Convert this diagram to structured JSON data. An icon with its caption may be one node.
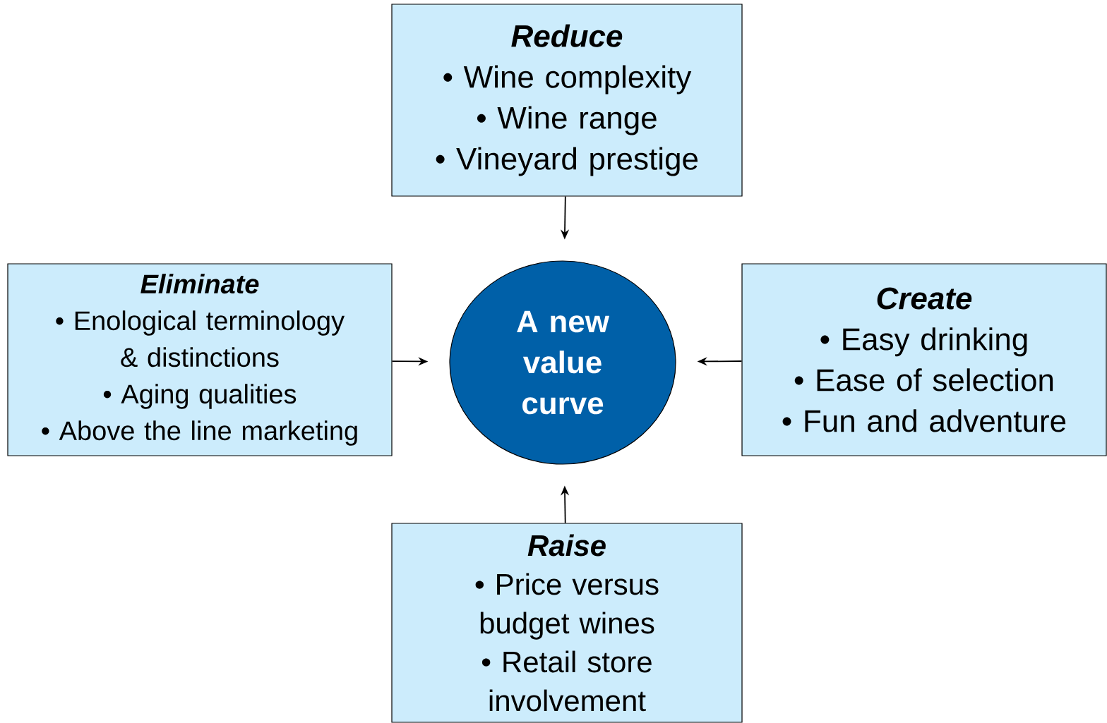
{
  "diagram": {
    "nodes": [
      {
        "text": [
          "Reduce",
          "• Wine complexity",
          "• Wine range",
          "• Vineyard prestige"
        ]
      },
      {
        "text": [
          "Eliminate",
          "• Enological terminology & distinctions",
          "• Aging qualities",
          "• Above the line marketing"
        ]
      },
      {
        "text": [
          "A new value curve"
        ]
      },
      {
        "text": [
          "Create",
          "• Easy drinking",
          "• Ease of selection",
          "• Fun and adventure"
        ]
      },
      {
        "text": [
          "Raise",
          "• Price versus budget wines",
          "• Retail store involvement"
        ]
      }
    ],
    "edges": [
      {
        "from": 0,
        "to": 2,
        "arrow": "to"
      },
      {
        "from": 1,
        "to": 2,
        "arrow": "to"
      },
      {
        "from": 3,
        "to": 2,
        "arrow": "to"
      },
      {
        "from": 4,
        "to": 2,
        "arrow": "to"
      }
    ]
  }
}
